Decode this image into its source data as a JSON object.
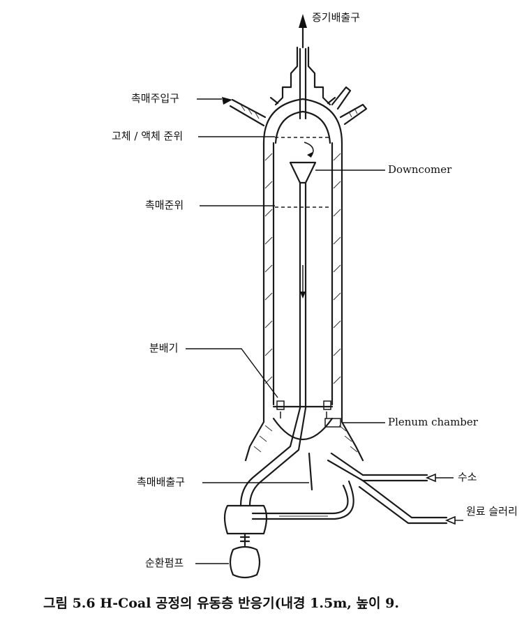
{
  "labels": {
    "vapor_outlet": "증기배출구",
    "catalyst_inlet": "촉매주입구",
    "solid_liquid_level": "고체 / 액체 준위",
    "downcomer": "Downcomer",
    "catalyst_level": "촉매준위",
    "distributor": "분배기",
    "plenum_chamber": "Plenum chamber",
    "hydrogen": "수소",
    "catalyst_outlet": "촉매배출구",
    "feed_slurry": "원료 슬러리",
    "circulation_pump": "순환펌프"
  },
  "caption": "그림 5.6  H-Coal 공정의 유동층 반응기(내경 1.5m, 높이 9."
}
